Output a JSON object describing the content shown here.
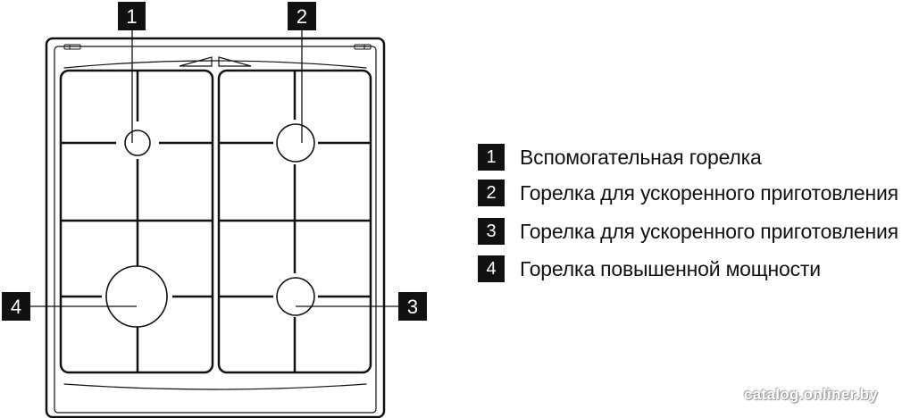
{
  "callouts": [
    {
      "number": "1"
    },
    {
      "number": "2"
    },
    {
      "number": "3"
    },
    {
      "number": "4"
    }
  ],
  "legend": [
    {
      "number": "1",
      "label": "Вспомогательная горелка"
    },
    {
      "number": "2",
      "label": "Горелка для ускоренного приготовления"
    },
    {
      "number": "3",
      "label": "Горелка для ускоренного приготовления"
    },
    {
      "number": "4",
      "label": "Горелка повышенной мощности"
    }
  ],
  "watermark": "catalog.onliner.by",
  "colors": {
    "line": "#111111",
    "badge": "#111111",
    "background": "#ffffff"
  }
}
